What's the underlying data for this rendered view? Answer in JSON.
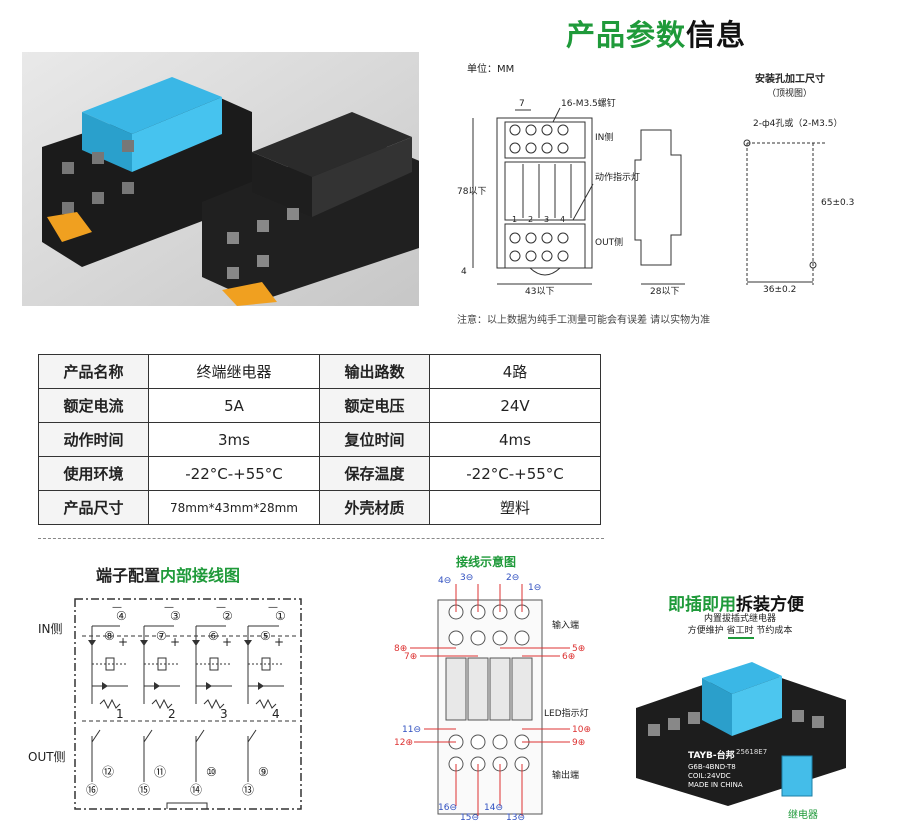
{
  "page": {
    "title_a": "产品参数",
    "title_b": "信息",
    "note": "注意：以上数据为纯手工测量可能会有误差 请以实物为准"
  },
  "drawing": {
    "unit": "单位：MM",
    "screw": "16-M3.5",
    "screw_suffix": "螺钉",
    "in_side": "IN侧",
    "out_side": "OUT侧",
    "indicator": "动作指示灯",
    "dim_7": "7",
    "dim_78": "78以下",
    "dim_4": "4",
    "dim_43": "43以下",
    "dim_28": "28以下",
    "mount_title": "安装孔加工尺寸",
    "mount_sub": "（顶视图）",
    "mount_holes": "2-ф4孔或（2-M3.5）",
    "dim_65": "65±0.3",
    "dim_36": "36±0.2",
    "num_1": "1",
    "num_2": "2",
    "num_3": "3",
    "num_4": "4"
  },
  "spec_table": [
    [
      "产品名称",
      "终端继电器",
      "输出路数",
      "4路"
    ],
    [
      "额定电流",
      "5A",
      "额定电压",
      "24V"
    ],
    [
      "动作时间",
      "3ms",
      "复位时间",
      "4ms"
    ],
    [
      "使用环境",
      "-22°C-+55°C",
      "保存温度",
      "-22°C-+55°C"
    ],
    [
      "产品尺寸",
      "78mm*43mm*28mm",
      "外壳材质",
      "塑料"
    ]
  ],
  "wiring": {
    "title_a": "端子配置",
    "title_b": "内部接线图",
    "in_side": "IN侧",
    "out_side": "OUT侧",
    "top": [
      "④",
      "③",
      "②",
      "①"
    ],
    "upper": [
      "⑧",
      "⑦",
      "⑥",
      "⑤"
    ],
    "channels": [
      "1",
      "2",
      "3",
      "4"
    ],
    "lower": [
      "⑫",
      "⑪",
      "⑩",
      "⑨"
    ],
    "bottom": [
      "⑯",
      "⑮",
      "⑭",
      "⑬"
    ],
    "plus": "+",
    "minus": "—"
  },
  "schematic": {
    "title": "接线示意图",
    "input": "输入端",
    "output": "输出端",
    "led": "LED指示灯",
    "t_top": [
      "4⊖",
      "3⊖",
      "2⊖",
      "1⊖"
    ],
    "t_8": "8⊕",
    "t_7": "7⊕",
    "t_5": "5⊕",
    "t_6": "6⊕",
    "t_11": "11⊖",
    "t_12": "12⊕",
    "t_10": "10⊕",
    "t_9": "9⊕",
    "t_bottom": [
      "16⊖",
      "15⊖",
      "14⊖",
      "13⊖"
    ]
  },
  "promo": {
    "title_a": "即插即用",
    "title_b": "拆装方便",
    "line1": "内置拔插式继电器",
    "line2": "方便维护 省工时 节约成本",
    "brand": "TAYB-台邦",
    "model": "G6B-4BND-T8",
    "coil": "COIL:24VDC",
    "made": "MADE IN CHINA",
    "code": "25618E7",
    "relay_label": "继电器"
  }
}
